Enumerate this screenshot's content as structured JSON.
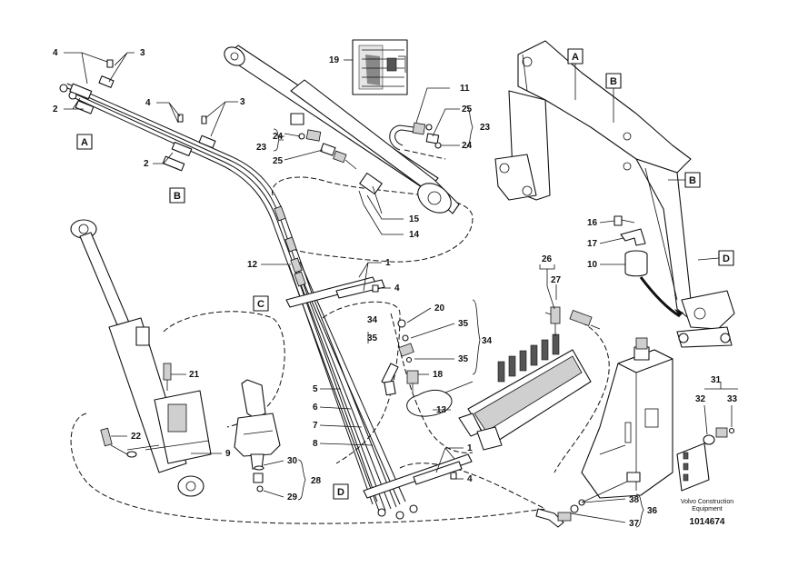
{
  "figure": {
    "manufacturer_caption": [
      "Volvo Construction",
      "Equipment"
    ],
    "document_number": "1014674"
  },
  "reference_boxes": [
    "A",
    "B",
    "C",
    "D",
    "A",
    "B",
    "B",
    "D"
  ],
  "callouts": [
    "4",
    "3",
    "2",
    "4",
    "3",
    "2",
    "1",
    "4",
    "1",
    "4",
    "5",
    "6",
    "7",
    "8",
    "9",
    "10",
    "11",
    "12",
    "13",
    "14",
    "15",
    "16",
    "17",
    "18",
    "19",
    "20",
    "21",
    "22",
    "23",
    "24",
    "25",
    "23",
    "24",
    "25",
    "26",
    "27",
    "28",
    "29",
    "30",
    "31",
    "32",
    "33",
    "34",
    "35",
    "34",
    "35",
    "35",
    "36",
    "37",
    "38"
  ]
}
